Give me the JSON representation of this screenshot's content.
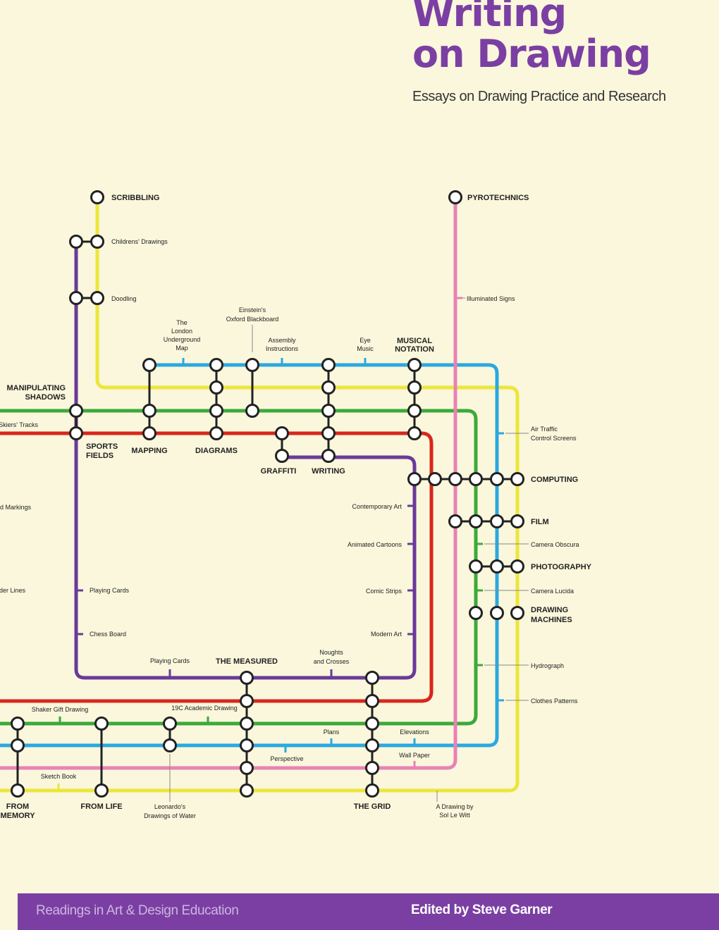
{
  "cover": {
    "title_line1": "Writing",
    "title_line2": "on Drawing",
    "subtitle": "Essays on Drawing Practice and Research",
    "series": "Readings in Art & Design Education",
    "editor": "Edited by Steve Garner"
  },
  "colors": {
    "background": "#faf7dc",
    "purple_accent": "#7b3fa3",
    "line_purple": "#6a3a9a",
    "line_yellow": "#ede53a",
    "line_blue": "#2ba8e0",
    "line_green": "#3aaa3a",
    "line_red": "#d9261c",
    "line_pink": "#e882b6"
  },
  "map": {
    "major": {
      "scribbling": "SCRIBBLING",
      "pyrotechnics": "PYROTECHNICS",
      "musical1": "MUSICAL",
      "musical2": "NOTATION",
      "manip1": "MANIPULATING",
      "manip2": "SHADOWS",
      "sports1": "SPORTS",
      "sports2": "FIELDS",
      "mapping": "MAPPING",
      "diagrams": "DIAGRAMS",
      "graffiti": "GRAFFITI",
      "writing": "WRITING",
      "computing": "COMPUTING",
      "film": "FILM",
      "photography": "PHOTOGRAPHY",
      "drawing1": "DRAWING",
      "drawing2": "MACHINES",
      "measured": "THE MEASURED",
      "from1": "FROM",
      "from2": "MEMORY",
      "fromlife": "FROM LIFE",
      "grid": "THE GRID"
    },
    "minor": {
      "childrens": "Childrens' Drawings",
      "doodling": "Doodling",
      "illum": "Illuminated Signs",
      "einstein1": "Einstein's",
      "einstein2": "Oxford Blackboard",
      "london1": "The",
      "london2": "London",
      "london3": "Underground",
      "london4": "Map",
      "assembly1": "Assembly",
      "assembly2": "Instructions",
      "eye1": "Eye",
      "eye2": "Music",
      "skiers": "Skiers' Tracks",
      "air1": "Air Traffic",
      "air2": "Control Screens",
      "markings": "d Markings",
      "contemporary": "Contemporary Art",
      "animated": "Animated Cartoons",
      "obscura": "Camera Obscura",
      "borderlines": "der Lines",
      "playing1": "Playing Cards",
      "comic": "Comic Strips",
      "lucida": "Camera Lucida",
      "chess": "Chess Board",
      "modern": "Modern Art",
      "playing2": "Playing Cards",
      "noughts1": "Noughts",
      "noughts2": "and Crosses",
      "hydrograph": "Hydrograph",
      "clothes": "Clothes Patterns",
      "shaker": "Shaker Gift Drawing",
      "academic": "19C Academic Drawing",
      "plans": "Plans",
      "elevations": "Elevations",
      "perspective": "Perspective",
      "wallpaper": "Wall Paper",
      "sketch": "Sketch Book",
      "leonardo1": "Leonardo's",
      "leonardo2": "Drawings of Water",
      "lewitt1": "A Drawing by",
      "lewitt2": "Sol Le Witt"
    }
  }
}
